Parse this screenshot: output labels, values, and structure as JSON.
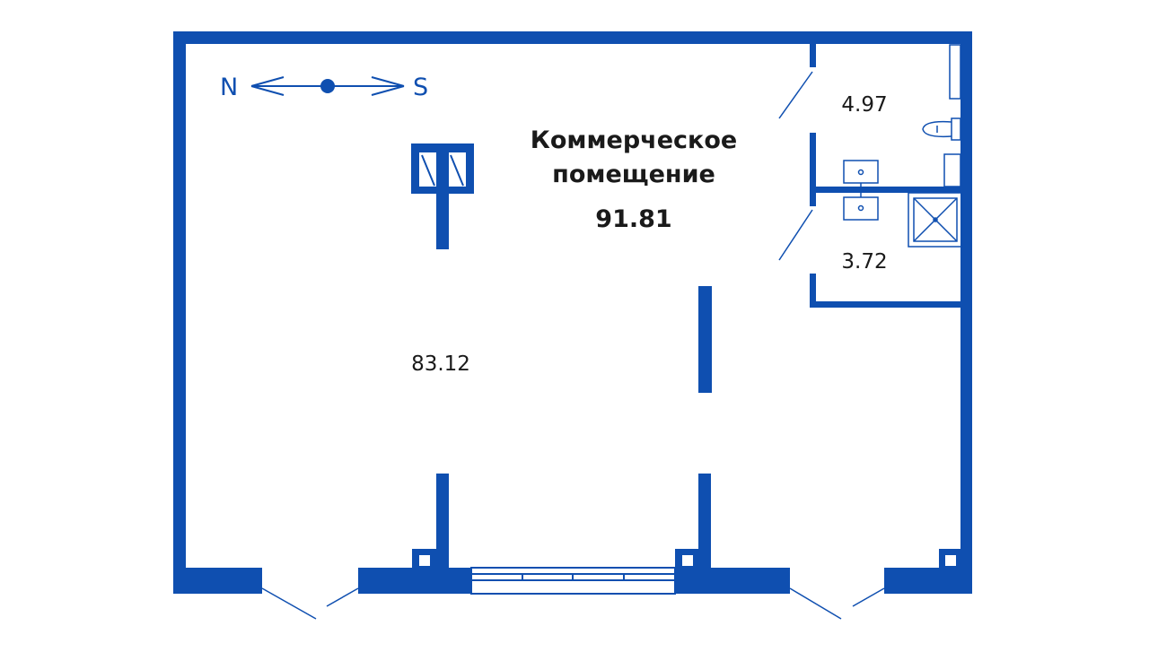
{
  "title": {
    "line1": "Коммерческое",
    "line2": "помещение",
    "total_area": "91.81"
  },
  "rooms": {
    "main_area": "83.12",
    "wc_area": "4.97",
    "shower_area": "3.72"
  },
  "compass": {
    "left": "N",
    "right": "S"
  },
  "colors": {
    "wall": "#0f4fb0",
    "text": "#1a1a1a",
    "background": "#ffffff"
  }
}
